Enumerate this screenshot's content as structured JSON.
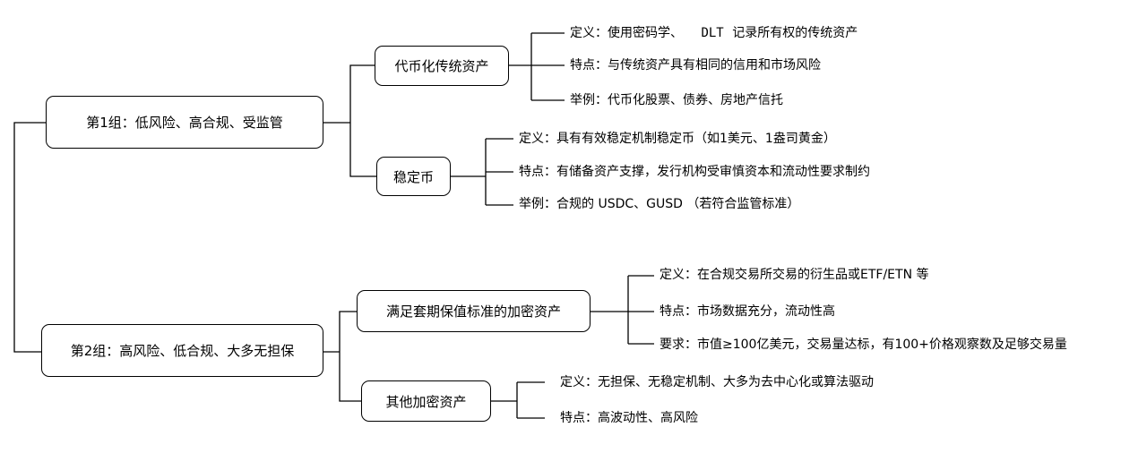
{
  "group1": {
    "label": "第1组：低风险、高合规、受监管",
    "tokenized": {
      "label": "代币化传统资产",
      "def_prefix": "定义：使用密码学、",
      "def_dlt": "DLT",
      "def_suffix": "记录所有权的传统资产",
      "feature": "特点：与传统资产具有相同的信用和市场风险",
      "example": "举例：代币化股票、债券、房地产信托"
    },
    "stablecoin": {
      "label": "稳定币",
      "def": "定义：具有有效稳定机制稳定币（如1美元、1盎司黄金）",
      "feature": "特点：有储备资产支撑，发行机构受审慎资本和流动性要求制约",
      "example": "举例：合规的 USDC、GUSD （若符合监管标准）"
    }
  },
  "group2": {
    "label": "第2组：高风险、低合规、大多无担保",
    "hedge": {
      "label": "满足套期保值标准的加密资产",
      "def": "定义：在合规交易所交易的衍生品或ETF/ETN 等",
      "feature": "特点：市场数据充分，流动性高",
      "req": "要求：市值≥100亿美元，交易量达标，有100+价格观察数及足够交易量"
    },
    "other": {
      "label": "其他加密资产",
      "def": "定义：无担保、无稳定机制、大多为去中心化或算法驱动",
      "feature": "特点：高波动性、高风险"
    }
  }
}
